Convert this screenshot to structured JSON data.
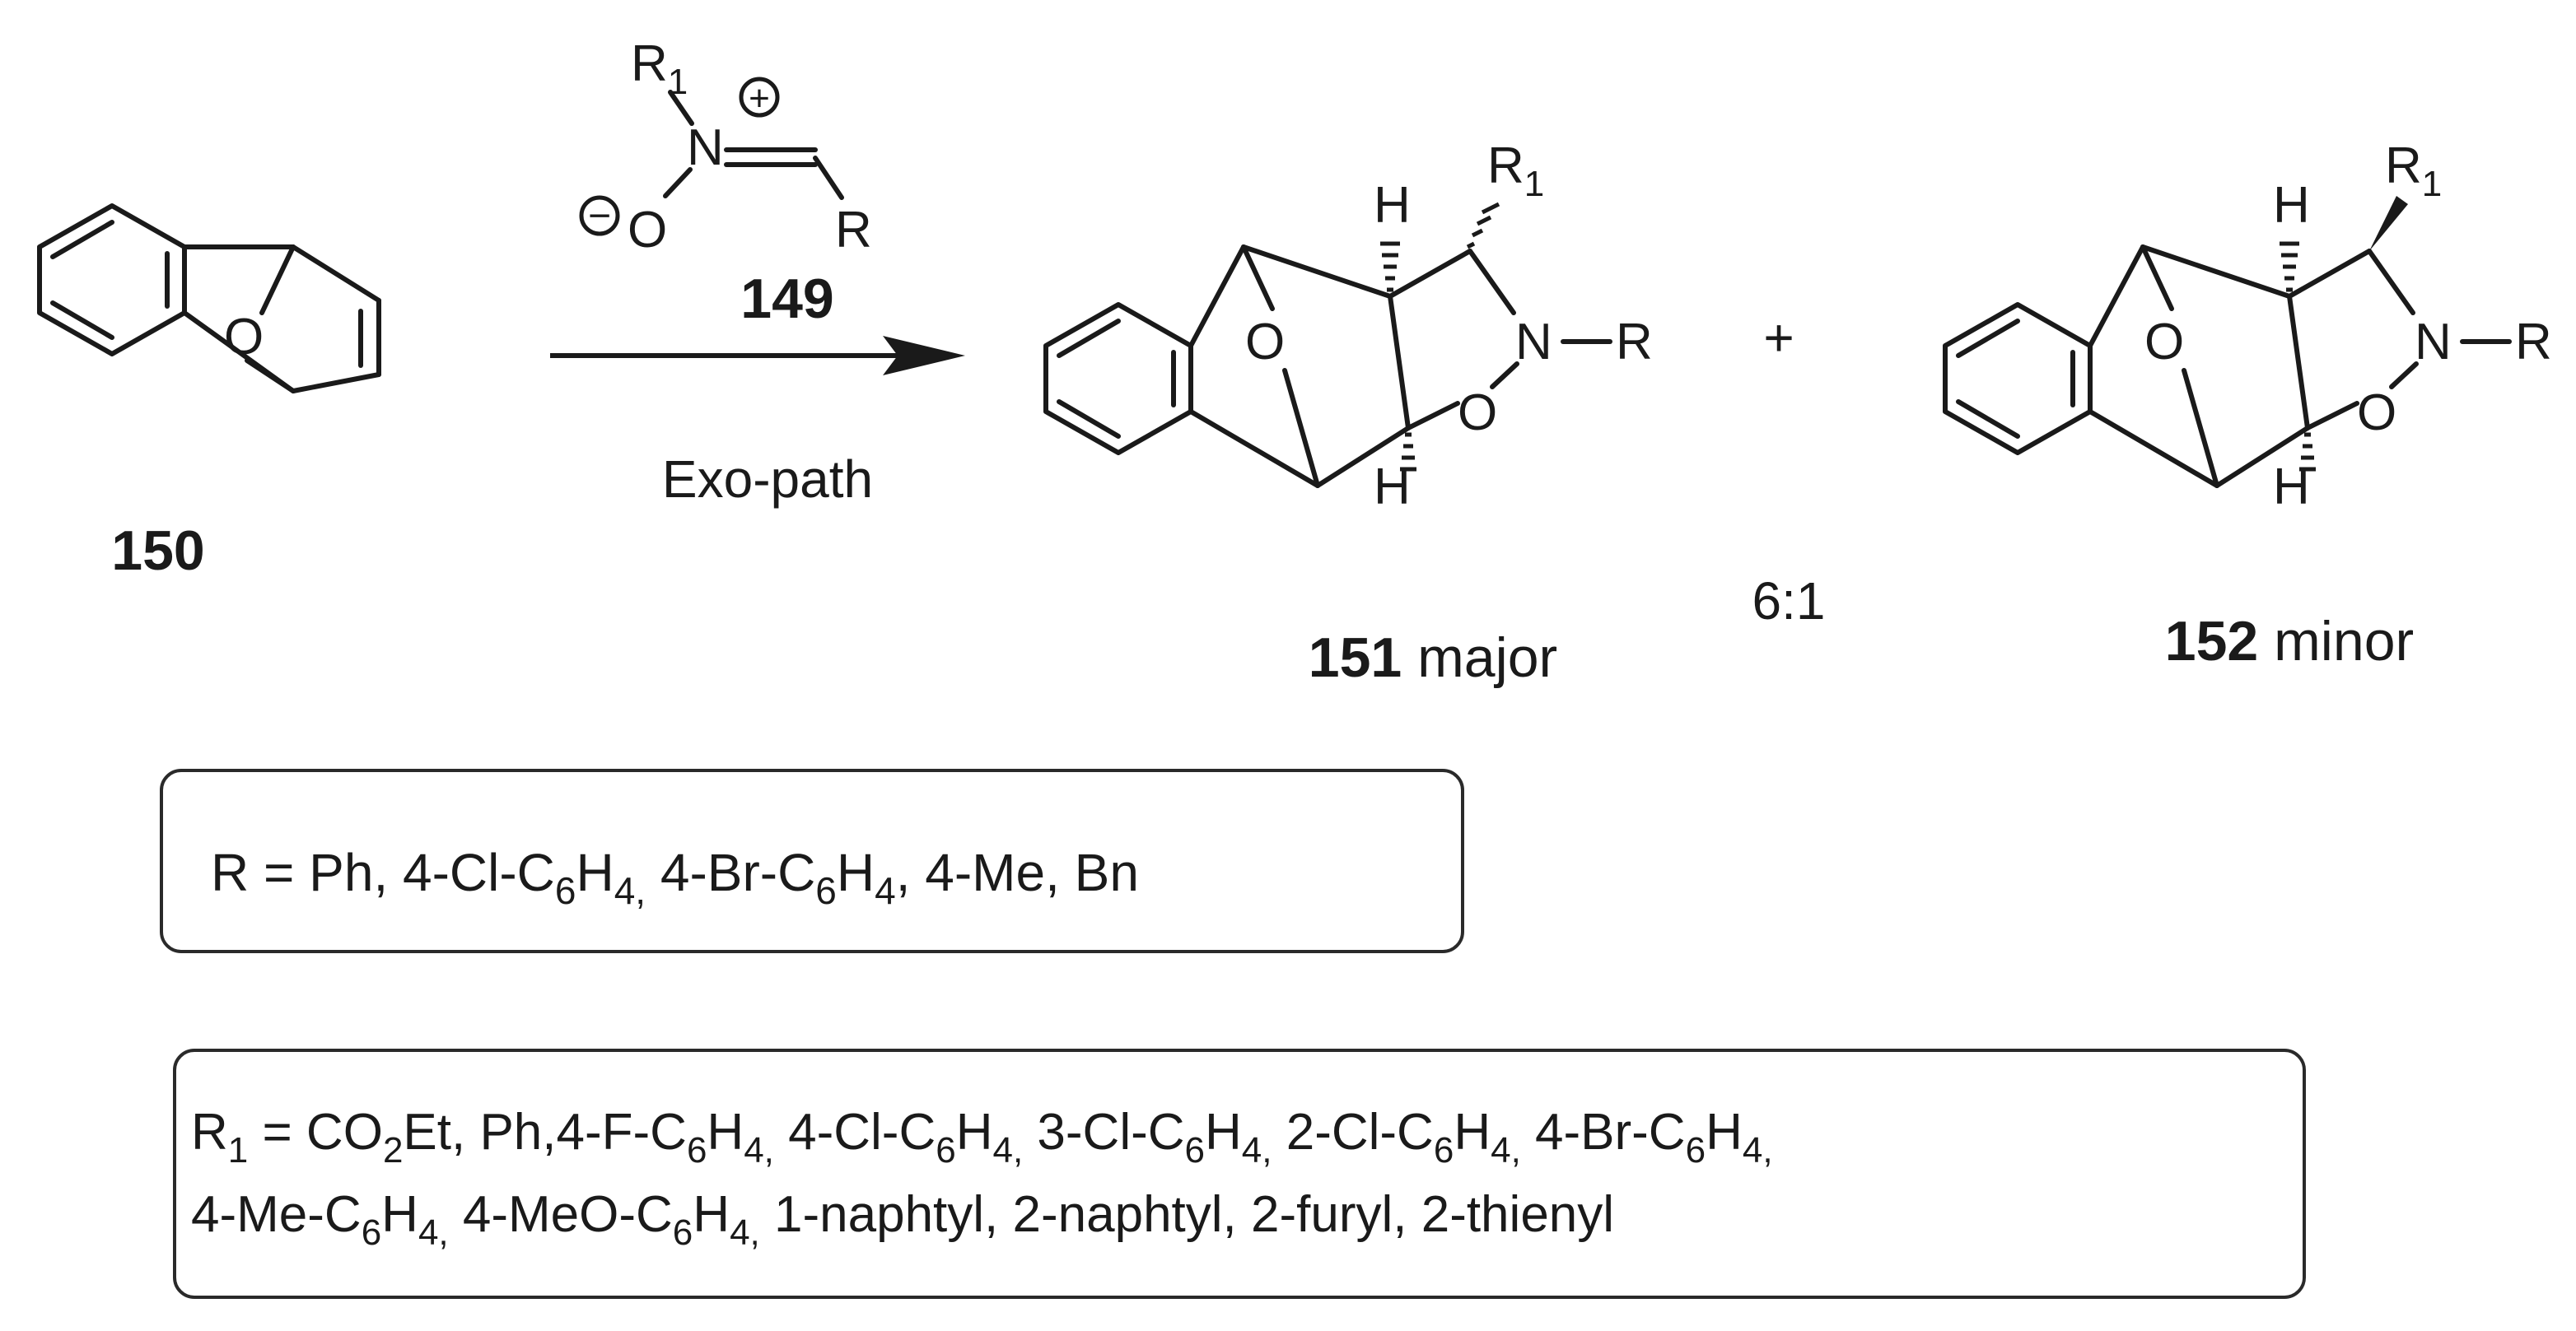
{
  "reagent": {
    "r1": "R",
    "r1_sub": "1",
    "n": "N",
    "plus": "+",
    "minus": "−",
    "o": "O",
    "r": "R",
    "compound": "149"
  },
  "arrow_label": "Exo-path",
  "start": {
    "compound": "150",
    "o": "O"
  },
  "major": {
    "h_top": "H",
    "h_bottom": "H",
    "r1": "R",
    "r1_sub": "1",
    "n": "N",
    "r": "R",
    "o_bridge": "O",
    "o_ring": "O",
    "compound": "151",
    "tag": "major"
  },
  "plus_sign": "+",
  "ratio": "6:1",
  "minor": {
    "h_top": "H",
    "h_bottom": "H",
    "r1": "R",
    "r1_sub": "1",
    "n": "N",
    "r": "R",
    "o_bridge": "O",
    "o_ring": "O",
    "compound": "152",
    "tag": "minor"
  },
  "box_r": {
    "parts": [
      "R = Ph, 4-Cl-C",
      "6",
      "H",
      "4,",
      " 4-Br-C",
      "6",
      "H",
      "4",
      ", 4-Me, Bn"
    ]
  },
  "box_r1": {
    "line1": [
      "R",
      "1",
      " = CO",
      "2",
      "Et, Ph,4-F-C",
      "6",
      "H",
      "4,",
      " 4-Cl-C",
      "6",
      "H",
      "4,",
      " 3-Cl-C",
      "6",
      "H",
      "4,",
      " 2-Cl-C",
      "6",
      "H",
      "4,",
      " 4-Br-C",
      "6",
      "H",
      "4,"
    ],
    "line2": [
      "4-Me-C",
      "6",
      "H",
      "4,",
      " 4-MeO-C",
      "6",
      "H",
      "4,",
      " 1-naphtyl, 2-naphtyl, 2-furyl, 2-thienyl"
    ]
  }
}
